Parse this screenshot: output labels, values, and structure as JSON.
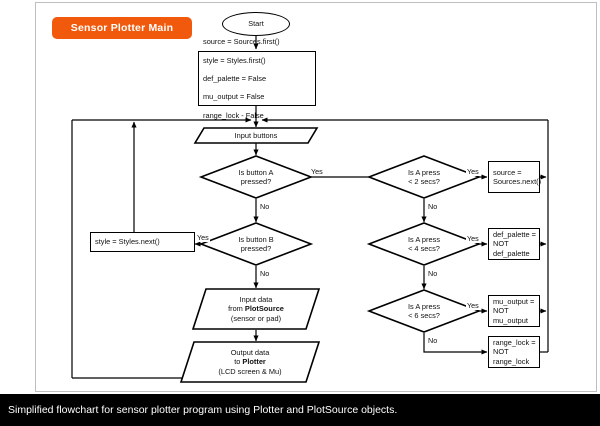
{
  "title_badge": {
    "label": "Sensor Plotter Main"
  },
  "caption": {
    "text": "Simplified flowchart for sensor plotter program using Plotter and PlotSource objects."
  },
  "colors": {
    "badge_orange": "#f15a0d",
    "line_black": "#000000",
    "caption_bg": "#000000",
    "frame_gray": "#bfbfbf",
    "page_bg": "#ffffff"
  },
  "nodes": {
    "start": {
      "label": "Start",
      "shape": "terminator"
    },
    "init": {
      "shape": "process",
      "lines": [
        "source = Sources.first()",
        "style = Styles.first()",
        "def_palette = False",
        "mu_output = False",
        "range_lock - False"
      ]
    },
    "input_buttons": {
      "shape": "io",
      "label": "Input buttons"
    },
    "is_button_a": {
      "shape": "decision",
      "label": "Is button A\npressed?"
    },
    "is_button_b": {
      "shape": "decision",
      "label": "Is button B\npressed?"
    },
    "style_next": {
      "shape": "process",
      "label": "style = Styles.next()"
    },
    "input_data": {
      "shape": "io",
      "line1": "Input data",
      "line2_prefix": "from ",
      "line2_bold": "PlotSource",
      "line3": "(sensor or pad)"
    },
    "output_data": {
      "shape": "io",
      "line1": "Output data",
      "line2_prefix": "to ",
      "line2_bold": "Plotter",
      "line3": "(LCD screen & Mu)"
    },
    "press_2s": {
      "shape": "decision",
      "label": "Is A press\n< 2 secs?"
    },
    "press_4s": {
      "shape": "decision",
      "label": "Is A press\n< 4 secs?"
    },
    "press_6s": {
      "shape": "decision",
      "label": "Is A press\n< 6 secs?"
    },
    "source_next": {
      "shape": "process",
      "line1": "source =",
      "line2": "Sources.next()"
    },
    "def_palette_toggle": {
      "shape": "process",
      "line1": "def_palette =",
      "line2": "NOT def_palette"
    },
    "mu_output_toggle": {
      "shape": "process",
      "line1": "mu_output =",
      "line2": "NOT mu_output"
    },
    "range_lock_toggle": {
      "shape": "process",
      "line1": "range_lock =",
      "line2": "NOT range_lock"
    }
  },
  "edge_labels": {
    "a_yes": "Yes",
    "a_no": "No",
    "b_yes": "Yes",
    "b_no": "No",
    "p2_yes": "Yes",
    "p2_no": "No",
    "p4_yes": "Yes",
    "p4_no": "No",
    "p6_yes": "Yes",
    "p6_no": "No"
  }
}
